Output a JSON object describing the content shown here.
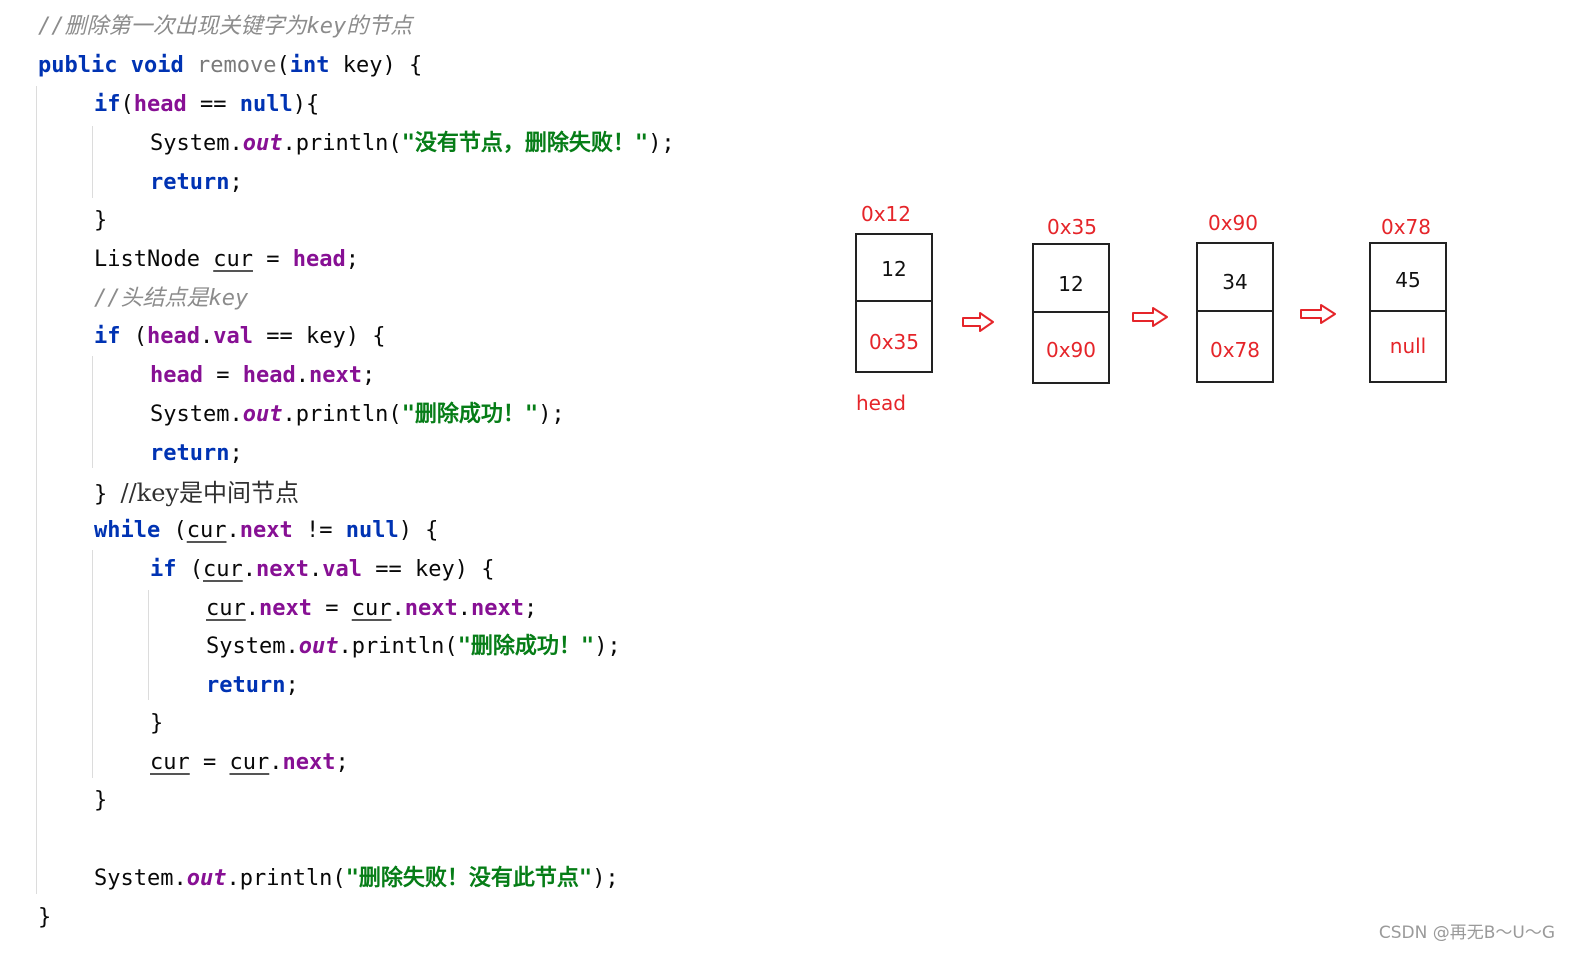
{
  "code": {
    "comment_title": "//删除第一次出现关键字为key的节点",
    "kw_public": "public",
    "kw_void": "void",
    "method_remove": "remove",
    "kw_int": "int",
    "param_key": "key",
    "kw_if": "if",
    "fld_head": "head",
    "kw_null": "null",
    "sys": "System.",
    "out": "out",
    "println": ".println(",
    "str_no_node": "\"没有节点，删除失败！\"",
    "str_success": "\"删除成功！\"",
    "str_fail": "\"删除失败！没有此节点\"",
    "kw_return": "return",
    "listnode": "ListNode",
    "var_cur": "cur",
    "comment_head": "//头结点是key",
    "fld_val": "val",
    "fld_next": "next",
    "comment_middle": "//key是中间节点",
    "kw_while": "while"
  },
  "diagram": {
    "nodes": [
      {
        "addr": "0x12",
        "val": "12",
        "next": "0x35"
      },
      {
        "addr": "0x35",
        "val": "12",
        "next": "0x90"
      },
      {
        "addr": "0x90",
        "val": "34",
        "next": "0x78"
      },
      {
        "addr": "0x78",
        "val": "45",
        "next": "null"
      }
    ],
    "head_label": "head",
    "arrow_color": "#e5252a"
  },
  "watermark": "CSDN @再无B～U～G"
}
